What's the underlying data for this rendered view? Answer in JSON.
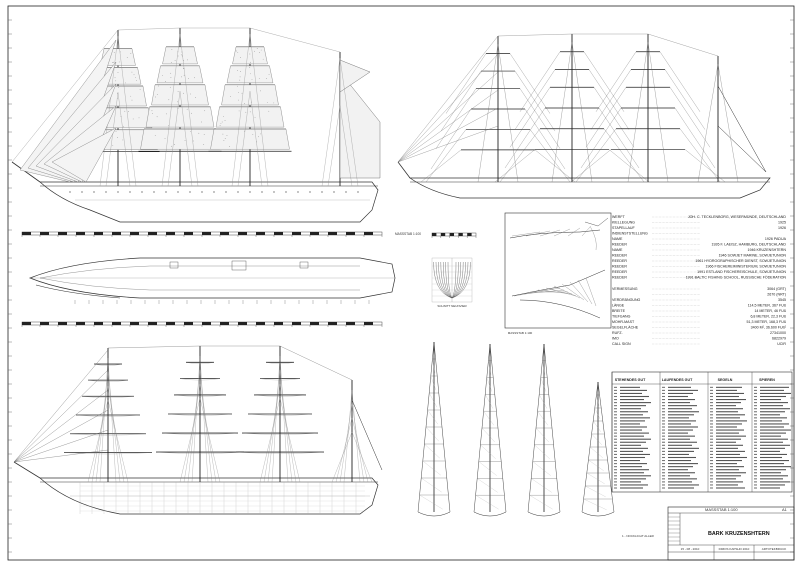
{
  "scale_label_top": "MASSSTAB 1:100",
  "scale_label_detail": "MASSSTAB 1:100",
  "section_label": "SCHNITT NEUNVIER",
  "specs": [
    {
      "k": "WERFT",
      "v": "JOH. C. TECKLENBORG, WESERMÜNDE, DEUTSCHLAND"
    },
    {
      "k": "KIELLEGUNG",
      "v": "1925"
    },
    {
      "k": "STAPELLAUF",
      "v": "1926"
    },
    {
      "k": "INDIENSTSTELLUNG",
      "v": ""
    },
    {
      "k": "NAME",
      "v": "1926 PADUA"
    },
    {
      "k": "REEDER",
      "v": "1926 F. LAEISZ, HAMBURG, DEUTSCHLAND"
    },
    {
      "k": "NAME",
      "v": "1946 KRUZENSHTERN"
    },
    {
      "k": "REEDER",
      "v": "1946 SOWJET MARINE, SOWJETUNION"
    },
    {
      "k": "REEDER",
      "v": "1961 HYDROGRAPHISCHER DIENST, SOWJETUNION"
    },
    {
      "k": "REEDER",
      "v": "1966 FISCHEREIMINISTERIUM, SOWJETUNION"
    },
    {
      "k": "REEDER",
      "v": "1991 ESTLAND FISCHEREISCHULE, SOWJETUNION"
    },
    {
      "k": "REEDER",
      "v": "1991 BALTIC FISHING SCHOOL, RUSSISCHE FÖDERATION"
    },
    {
      "k": "VERMESSUNG",
      "v": "3064 (GRT)"
    },
    {
      "k": "",
      "v": "2670 (NRT)"
    },
    {
      "k": "VERDRÄNGUNG",
      "v": "3545"
    },
    {
      "k": "LÄNGE",
      "v": "114,5 METER, 367 FUß"
    },
    {
      "k": "BREITE",
      "v": "14 METER, 46 FUß"
    },
    {
      "k": "TIEFGANG",
      "v": "6,8 METER, 22,3 FUß"
    },
    {
      "k": "MOHR-MAST",
      "v": "51,3 METER, 168,3 FUß"
    },
    {
      "k": "SEGELFLÄCHE",
      "v": "3400 M², 36.600 FUß²"
    },
    {
      "k": "RUFZ.",
      "v": "27341000"
    },
    {
      "k": "IMO",
      "v": "6822979"
    },
    {
      "k": "CALL SIGN",
      "v": "UCIR"
    }
  ],
  "legend_headers": [
    "STEHENDES GUT",
    "LAUFENDES GUT",
    "SEGELN",
    "SPIEREN"
  ],
  "legend_footer": "1 - NOCKLICHT ALLER",
  "title_block": {
    "scale": "MASSSTAB 1:100",
    "sheet": "A1",
    "name": "BARK KRUZENSHTERN",
    "date": "15 - 08 - 2010",
    "drawn": "DIMOS KAPSHO 2010",
    "copy": "ARTOTEKBRUCK"
  }
}
